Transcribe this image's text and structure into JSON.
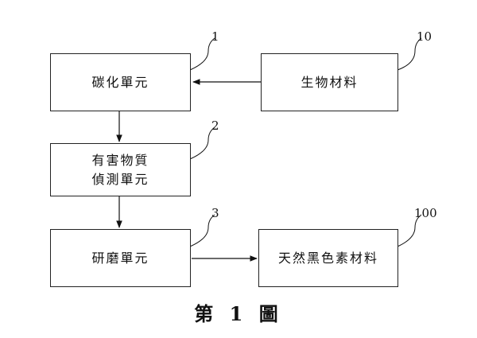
{
  "boxes": {
    "carbonization": "碳化單元",
    "bio_material": "生物材料",
    "detection_line1": "有害物質",
    "detection_line2": "偵測單元",
    "grinding": "研磨單元",
    "natural_pigment": "天然黑色素材料"
  },
  "refs": {
    "carbonization": "1",
    "bio_material": "10",
    "detection": "2",
    "grinding": "3",
    "natural_pigment": "100"
  },
  "caption": "第 1 圖"
}
